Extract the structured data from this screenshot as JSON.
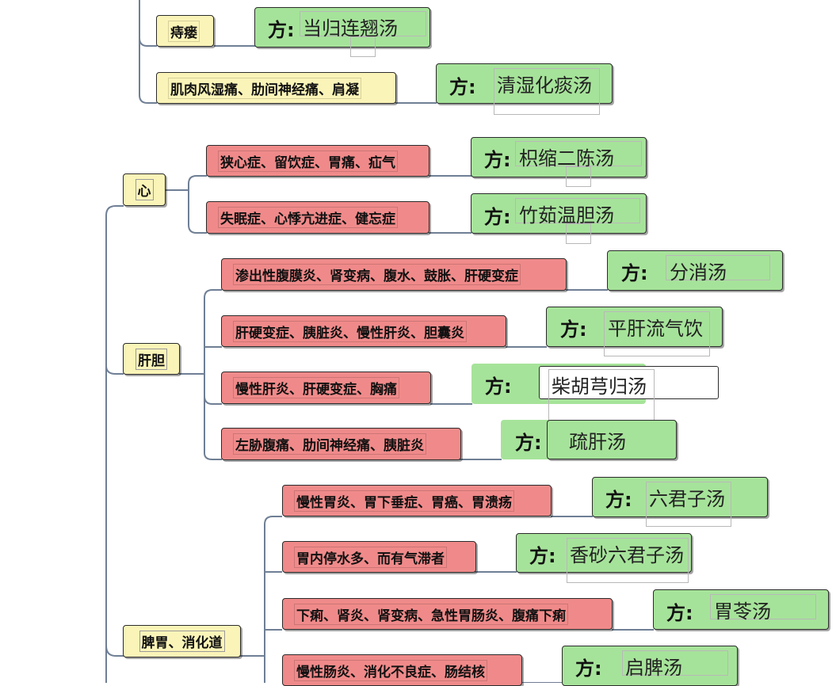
{
  "categories": {
    "heart": "心",
    "liver": "肝胆",
    "spleen": "脾胃、消化道"
  },
  "fang_label": "方:",
  "diseases": [
    "痔瘘",
    "肌肉风湿痛、肋间神经痛、肩凝",
    "狭心症、留饮症、胃痛、疝气",
    "失眠症、心悸亢进症、健忘症",
    "渗出性腹膜炎、肾变病、腹水、鼓胀、肝硬变症",
    "肝硬变症、胰脏炎、慢性肝炎、胆囊炎",
    "慢性肝炎、肝硬变症、胸痛",
    "左胁腹痛、肋间神经痛、胰脏炎",
    "慢性胃炎、胃下垂症、胃癌、胃溃疡",
    "胃内停水多、而有气滞者",
    "下痢、肾炎、肾变病、急性胃肠炎、腹痛下痢",
    "慢性肠炎、消化不良症、肠结核"
  ],
  "formulas": [
    "当归连翘汤",
    "清湿化痰汤",
    "枳缩二陈汤",
    "竹茹温胆汤",
    "分消汤",
    "平肝流气饮",
    "柴胡芎归汤",
    "疏肝汤",
    "六君子汤",
    "香砂六君子汤",
    "胃苓汤",
    "启脾汤"
  ],
  "colors": {
    "category_fill": "#fbf4b8",
    "disease_red": "#f08a8a",
    "formula_green": "#a6e39a",
    "connector": "#6f7f95"
  }
}
